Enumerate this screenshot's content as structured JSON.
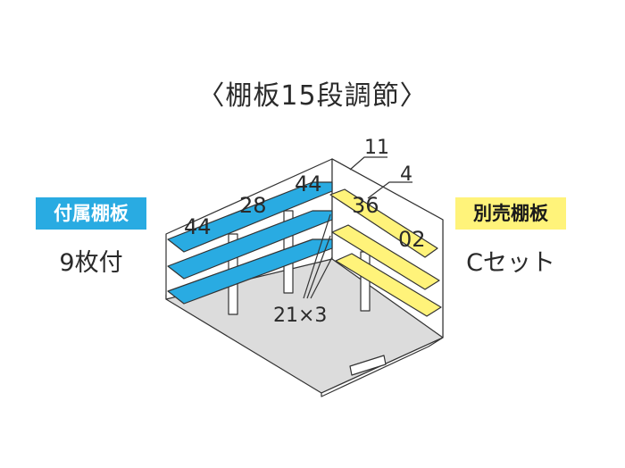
{
  "title": "〈棚板15段調節〉",
  "included": {
    "badge": "付属棚板",
    "count": "9枚付"
  },
  "optional": {
    "badge": "別売棚板",
    "set": "Cセット"
  },
  "dimensions": {
    "shelf_left": "44",
    "shelf_mid": "28",
    "shelf_back": "44",
    "shelf_right_top": "36",
    "shelf_right_side": "02",
    "leader_top": "11",
    "leader_side": "4",
    "shelf_gap": "21×3"
  },
  "colors": {
    "blue_shelf": "#29abe2",
    "yellow_shelf": "#fff37a",
    "floor": "#dcdcdc",
    "outline": "#333333"
  }
}
